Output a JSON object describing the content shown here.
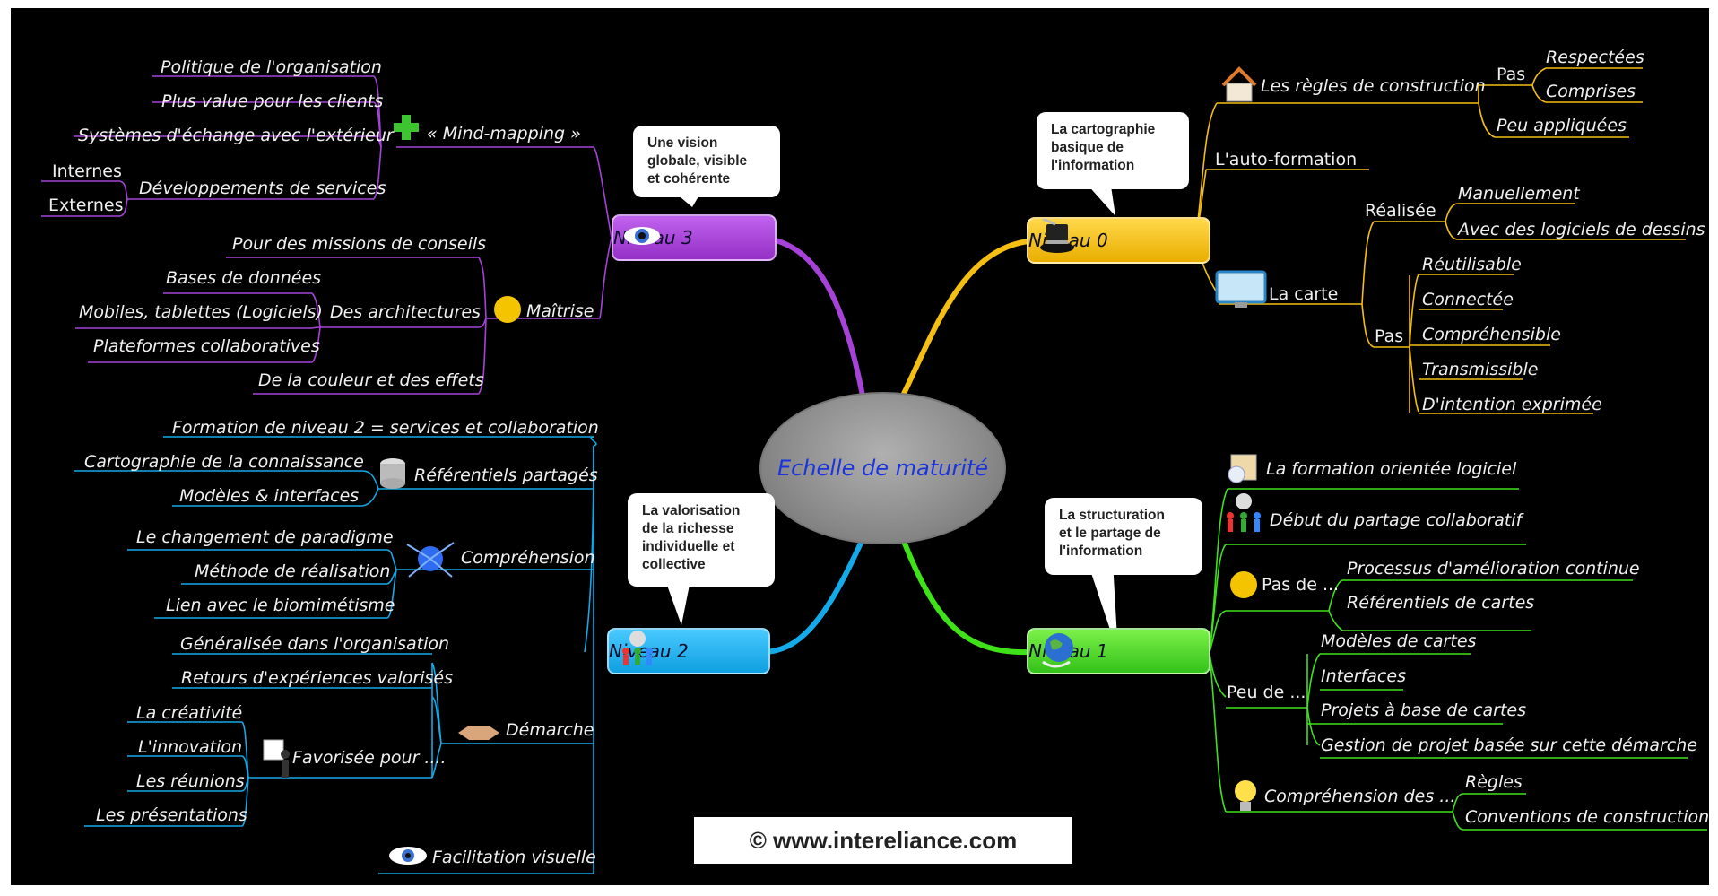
{
  "center": {
    "label": "Echelle de maturité"
  },
  "copyright": "© www.intereliance.com",
  "colors": {
    "level0": "#f4be12",
    "level1": "#3fe218",
    "level2": "#14a9e8",
    "level3": "#a642d8",
    "background": "#000000"
  },
  "level0": {
    "label": "Niveau 0",
    "icon": "magician-hat-icon",
    "callout": "La cartographie\nbasique de\nl'information",
    "regles": {
      "label": "Les règles de construction",
      "pas": "Pas",
      "items": [
        "Respectées",
        "Comprises"
      ],
      "peu": "Peu appliquées"
    },
    "auto_formation": "L'auto-formation",
    "carte": {
      "label": "La carte",
      "realisee": "Réalisée",
      "realisee_items": [
        "Manuellement",
        "Avec des logiciels de dessins"
      ],
      "pas": "Pas",
      "pas_items": [
        "Réutilisable",
        "Connectée",
        "Compréhensible",
        "Transmissible",
        "D'intention exprimée"
      ]
    }
  },
  "level1": {
    "label": "Niveau 1",
    "icon": "globe-icon",
    "callout": "La structuration\net le partage de\nl'information",
    "formation": "La formation orientée logiciel",
    "partage": "Début du partage collaboratif",
    "pas_de": {
      "label": "Pas de ...",
      "items": [
        "Processus d'amélioration continue",
        "Référentiels de cartes"
      ]
    },
    "peu_de": {
      "label": "Peu de ...",
      "items": [
        "Modèles de cartes",
        "Interfaces",
        "Projets à base de cartes",
        "Gestion de projet basée sur cette démarche"
      ]
    },
    "comprehension": {
      "label": "Compréhension des ...",
      "items": [
        "Règles",
        "Conventions de construction"
      ]
    }
  },
  "level2": {
    "label": "Niveau 2",
    "icon": "people-network-icon",
    "callout": "La valorisation\nde la richesse\nindividuelle et\ncollective",
    "formation": "Formation de niveau 2 = services et collaboration",
    "referentiels": {
      "label": "Référentiels partagés",
      "items": [
        "Cartographie de la connaissance",
        "Modèles & interfaces"
      ]
    },
    "comprehension": {
      "label": "Compréhension",
      "items": [
        "Le changement de paradigme",
        "Méthode de réalisation",
        "Lien avec le biomimétisme"
      ]
    },
    "demarche": {
      "label": "Démarche",
      "items": [
        "Généralisée dans l'organisation",
        "Retours d'expériences valorisés"
      ],
      "favorisee": {
        "label": "Favorisée pour ....",
        "items": [
          "La créativité",
          "L'innovation",
          "Les réunions",
          "Les présentations"
        ]
      }
    },
    "facilitation": "Facilitation visuelle"
  },
  "level3": {
    "label": "Niveau 3",
    "icon": "eye-icon",
    "callout": "Une vision\nglobale, visible\net cohérente",
    "mind_mapping": {
      "label": "« Mind-mapping »",
      "items": [
        "Politique de l'organisation",
        "Plus value pour les clients",
        "Systèmes d'échange avec l'extérieur"
      ],
      "developpements": {
        "label": "Développements de services",
        "items": [
          "Internes",
          "Externes"
        ]
      }
    },
    "maitrise": {
      "label": "Maîtrise",
      "conseils": "Pour des missions de conseils",
      "architectures": {
        "label": "Des architectures",
        "items": [
          "Bases de données",
          "Mobiles, tablettes (Logiciels)",
          "Plateformes collaboratives"
        ]
      },
      "couleur": "De la couleur et des effets"
    }
  }
}
